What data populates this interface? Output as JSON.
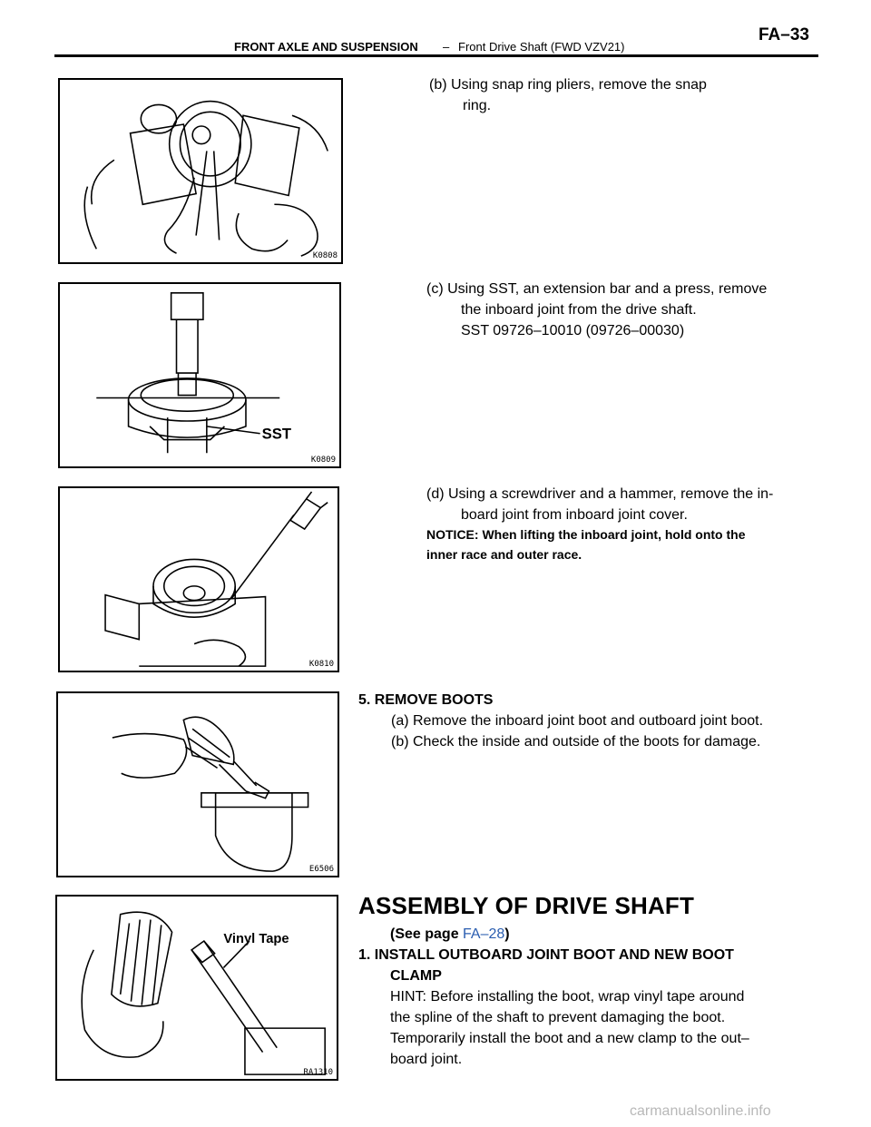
{
  "header": {
    "section": "FRONT AXLE AND SUSPENSION",
    "separator": "–",
    "subsection": "Front Drive Shaft (FWD VZV21)",
    "page": "FA–33"
  },
  "figures": [
    {
      "code": "K0808"
    },
    {
      "code": "K0809",
      "label": "SST"
    },
    {
      "code": "K0810"
    },
    {
      "code": "E6506"
    },
    {
      "code": "RA1310",
      "label": "Vinyl Tape"
    }
  ],
  "step_b": {
    "line1": "(b) Using snap ring pliers, remove the snap",
    "line2": "ring."
  },
  "step_c": {
    "line1": "(c) Using SST, an extension bar and a press, remove",
    "line2": "the inboard joint from the drive shaft.",
    "line3": "SST 09726–10010 (09726–00030)"
  },
  "step_d": {
    "line1": "(d) Using a screwdriver and a hammer, remove the in-",
    "line2": "board joint from inboard joint cover.",
    "notice1": "NOTICE: When lifting the inboard joint, hold onto the",
    "notice2": "inner race and outer race."
  },
  "step5": {
    "title": "5. REMOVE BOOTS",
    "a": "(a) Remove the inboard joint boot and outboard joint boot.",
    "b": "(b) Check the inside and outside of the boots for damage."
  },
  "assembly": {
    "heading": "ASSEMBLY OF DRIVE SHAFT",
    "see_page_prefix": "(See page ",
    "see_page_link": "FA–28",
    "see_page_suffix": ")",
    "step1_line1": "1. INSTALL OUTBOARD JOINT BOOT AND NEW BOOT",
    "step1_line2": "CLAMP",
    "hint1": "HINT: Before installing the boot, wrap vinyl tape around",
    "hint2": "the spline of the shaft to prevent damaging the boot.",
    "hint3": "Temporarily install the boot and a new clamp to the out–",
    "hint4": "board joint."
  },
  "watermark": "carmanualsonline.info"
}
